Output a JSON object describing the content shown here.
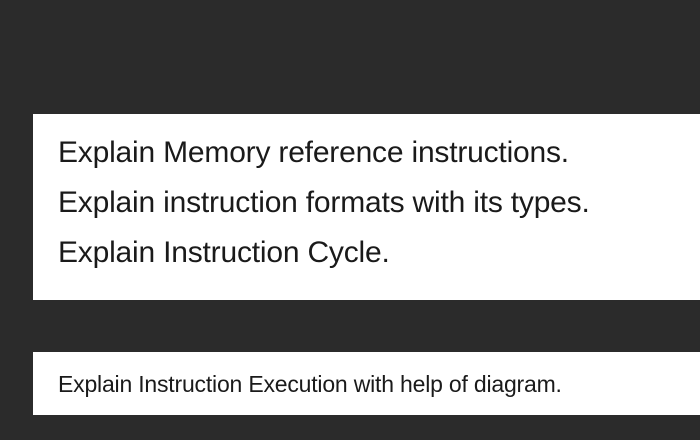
{
  "theme": {
    "background_color": "#2b2b2b",
    "card_color": "#ffffff",
    "text_color": "#1a1a1a"
  },
  "primary_card": {
    "questions": [
      {
        "text": "Explain Memory reference instructions."
      },
      {
        "text": "Explain instruction formats with its types."
      },
      {
        "text": "Explain Instruction Cycle."
      }
    ]
  },
  "secondary_card": {
    "questions": [
      {
        "text": "Explain Instruction Execution with help of diagram."
      }
    ]
  }
}
